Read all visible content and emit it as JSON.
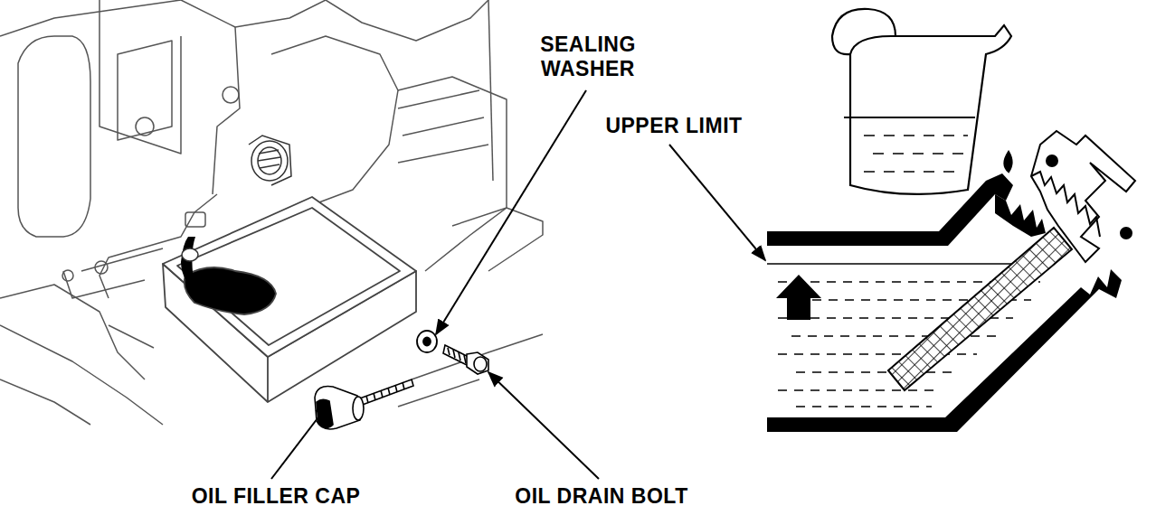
{
  "diagram": {
    "labels": [
      "SEALING WASHER",
      "UPPER LIMIT",
      "OIL FILLER CAP",
      "OIL DRAIN BOLT"
    ]
  }
}
